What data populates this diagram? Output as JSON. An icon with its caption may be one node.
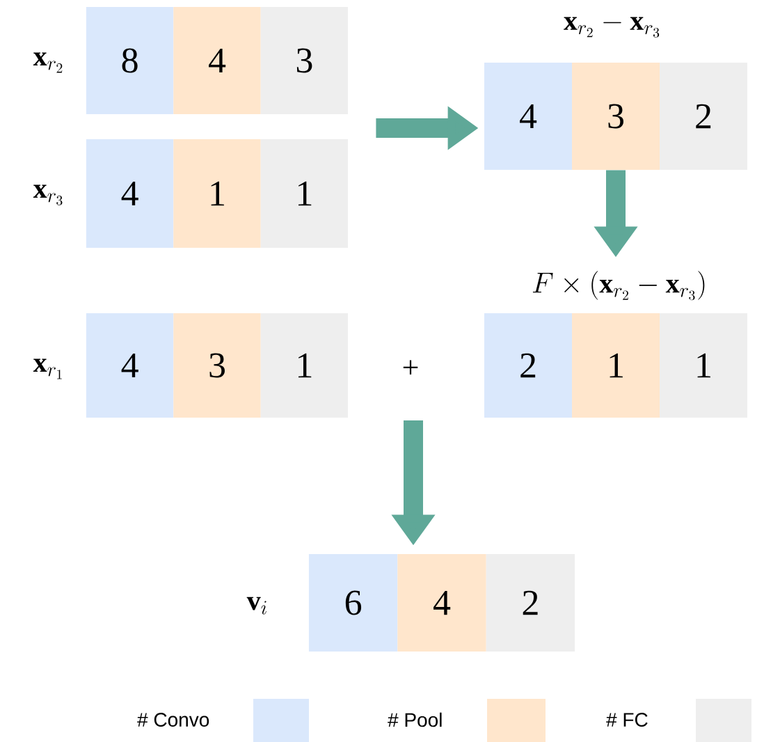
{
  "diagram": {
    "nodes": [
      {
        "text": [
          "\\mathbf{x}_{r_2}"
        ]
      },
      {
        "text": [
          "8"
        ],
        "in": 0
      },
      {
        "text": [
          "4"
        ],
        "in": 0
      },
      {
        "text": [
          "3"
        ],
        "in": 0
      },
      {
        "text": [
          "\\mathbf{x}_{r_2} - \\mathbf{x}_{r_3}"
        ]
      },
      {
        "text": [
          "4"
        ],
        "in": 4
      },
      {
        "text": [
          "3"
        ],
        "in": 4
      },
      {
        "text": [
          "2"
        ],
        "in": 4
      },
      {
        "text": [
          "\\mathbf{x}_{r_3}"
        ]
      },
      {
        "text": [
          "4"
        ],
        "in": 8
      },
      {
        "text": [
          "1"
        ],
        "in": 8
      },
      {
        "text": [
          "1"
        ],
        "in": 8
      },
      {
        "text": [
          "F \\times (\\mathbf{x}_{r_2} - \\mathbf{x}_{r_3})"
        ]
      },
      {
        "text": [
          "2"
        ],
        "in": 12
      },
      {
        "text": [
          "1"
        ],
        "in": 12
      },
      {
        "text": [
          "1"
        ],
        "in": 12
      },
      {
        "text": [
          "\\mathbf{x}_{r_1}"
        ]
      },
      {
        "text": [
          "4"
        ],
        "in": 16
      },
      {
        "text": [
          "3"
        ],
        "in": 16
      },
      {
        "text": [
          "1"
        ],
        "in": 16
      },
      {
        "text": [
          "\\mathbf{v}_i"
        ]
      },
      {
        "text": [
          "6"
        ],
        "in": 20
      },
      {
        "text": [
          "4"
        ],
        "in": 20
      },
      {
        "text": [
          "2"
        ],
        "in": 20
      }
    ],
    "edges": [
      {
        "from": 8,
        "to": 4,
        "arrow": "to"
      },
      {
        "from": 4,
        "to": 12,
        "arrow": "to"
      },
      {
        "from": null,
        "to": 20,
        "arrow": "to"
      }
    ],
    "labels": [
      "+"
    ],
    "legend": [
      {
        "text": "# Convo",
        "color": "#dae8fc"
      },
      {
        "text": "# Pool",
        "color": "#ffe6cc"
      },
      {
        "text": "# FC",
        "color": "#eeeeee"
      }
    ]
  }
}
